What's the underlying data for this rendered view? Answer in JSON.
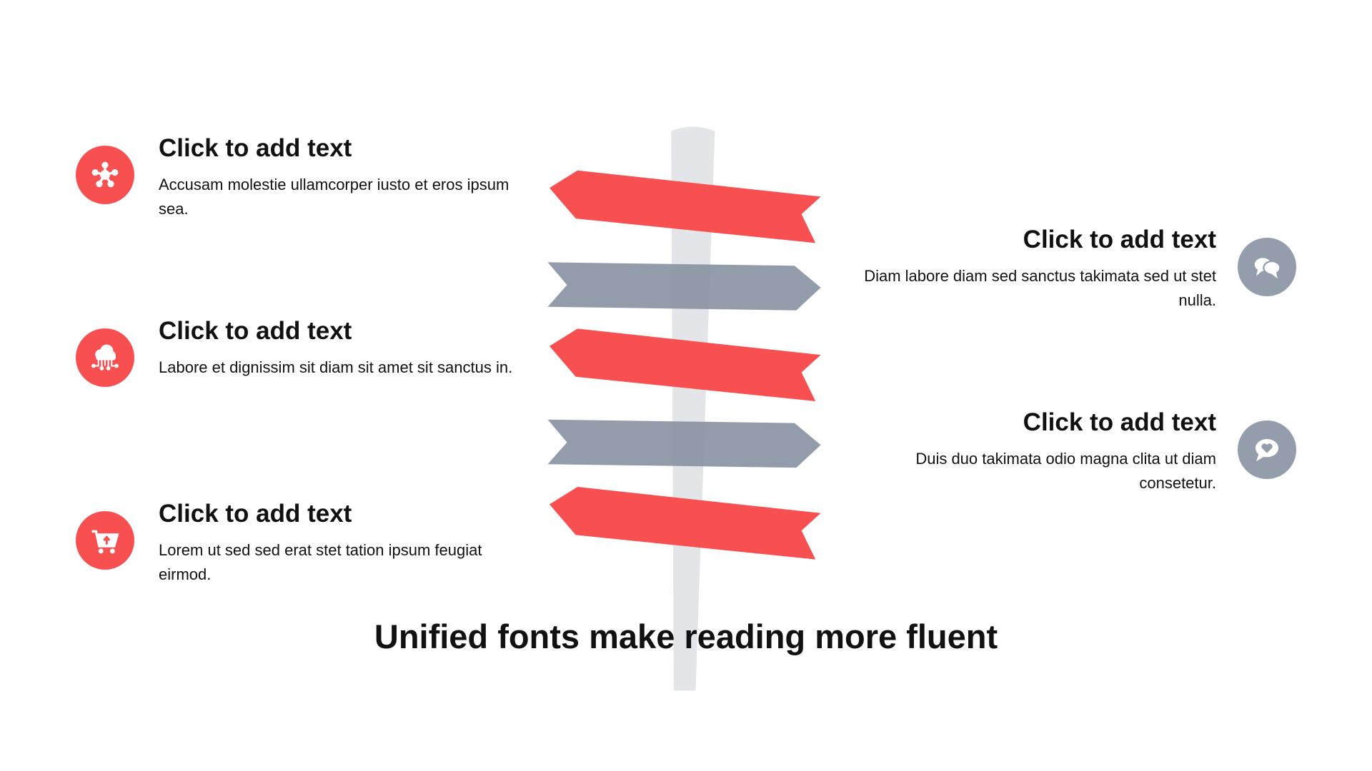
{
  "colors": {
    "accent": "#f85050",
    "secondary": "#939dab",
    "pole": "#e4e5e8"
  },
  "items": [
    {
      "title": "Click to add text",
      "body": "Accusam molestie ullamcorper iusto et eros ipsum sea.",
      "icon": "network-icon",
      "side": "left"
    },
    {
      "title": "Click to add text",
      "body": "Labore et dignissim sit diam sit amet sit sanctus in.",
      "icon": "cloud-network-icon",
      "side": "left"
    },
    {
      "title": "Click to add text",
      "body": "Lorem ut sed sed erat stet tation ipsum feugiat eirmod.",
      "icon": "shopping-cart-icon",
      "side": "left"
    },
    {
      "title": "Click to add text",
      "body": "Diam labore diam sed sanctus takimata sed ut stet nulla.",
      "icon": "chat-bubbles-icon",
      "side": "right"
    },
    {
      "title": "Click to add text",
      "body": "Duis duo takimata odio magna clita ut diam consetetur.",
      "icon": "heart-chat-icon",
      "side": "right"
    }
  ],
  "footer": {
    "heading": "Unified fonts make reading more fluent"
  }
}
